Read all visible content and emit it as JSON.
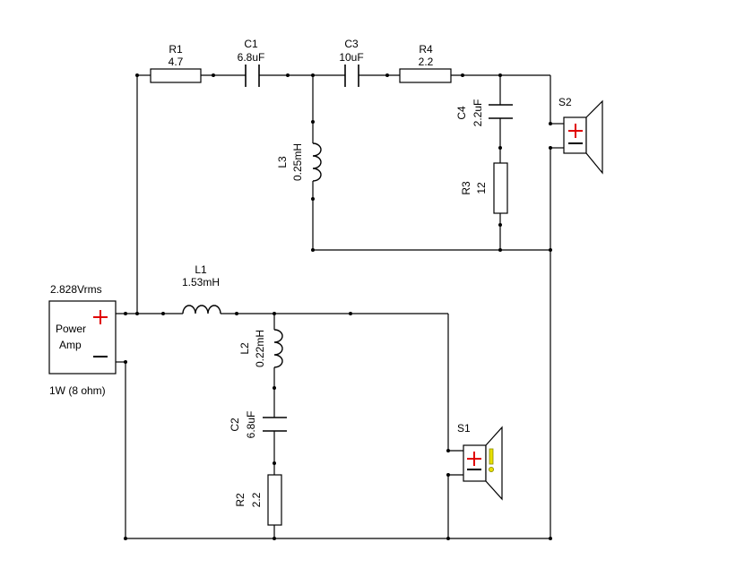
{
  "amp": {
    "voltage": "2.828Vrms",
    "name_line1": "Power",
    "name_line2": "Amp",
    "power": "1W (8 ohm)"
  },
  "components": {
    "R1": {
      "name": "R1",
      "value": "4.7"
    },
    "C1": {
      "name": "C1",
      "value": "6.8uF"
    },
    "C3": {
      "name": "C3",
      "value": "10uF"
    },
    "R4": {
      "name": "R4",
      "value": "2.2"
    },
    "C4": {
      "name": "C4",
      "value": "2.2uF"
    },
    "R3": {
      "name": "R3",
      "value": "12"
    },
    "L3": {
      "name": "L3",
      "value": "0.25mH"
    },
    "L1": {
      "name": "L1",
      "value": "1.53mH"
    },
    "L2": {
      "name": "L2",
      "value": "0.22mH"
    },
    "C2": {
      "name": "C2",
      "value": "6.8uF"
    },
    "R2": {
      "name": "R2",
      "value": "2.2"
    }
  },
  "speakers": {
    "S1": {
      "name": "S1"
    },
    "S2": {
      "name": "S2"
    }
  },
  "colors": {
    "plus": "#e00000",
    "wire": "#000000",
    "s1_indicator": "#e8e000"
  }
}
